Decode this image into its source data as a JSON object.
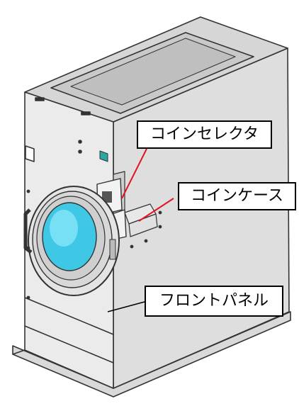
{
  "labels": {
    "coin_selector": "コインセレクタ",
    "coin_case": "コインケース",
    "front_panel": "フロントパネル"
  },
  "colors": {
    "background": "#ffffff",
    "outline": "#333333",
    "body_fill": "#ebebeb",
    "side_fill": "#dedede",
    "top_fill": "#d6d6d6",
    "glass": "#3ec8e6",
    "glass_highlight": "#9ff0ff",
    "accent_panel": "#2aa8a0",
    "leader_red": "#e0141e",
    "leader_black": "#000000"
  },
  "icons": {
    "machine": "commercial-coin-washer-drawing"
  }
}
